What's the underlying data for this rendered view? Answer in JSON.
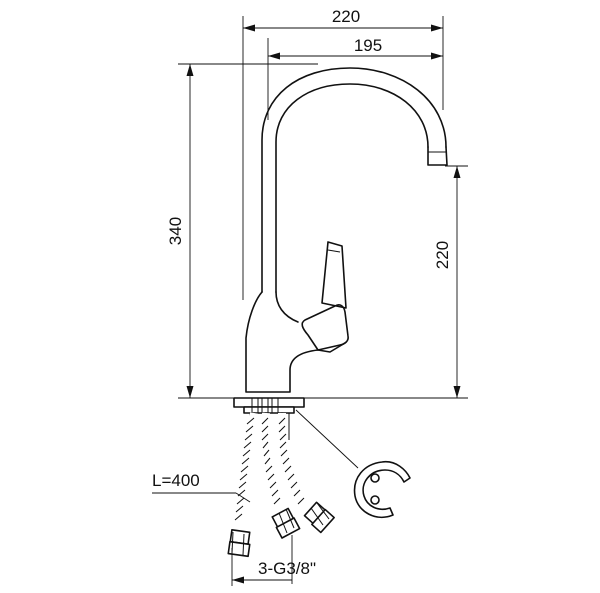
{
  "dimensions": {
    "overall_width": "220",
    "spout_reach": "195",
    "overall_height": "340",
    "spout_height": "220"
  },
  "hose": {
    "length_label": "L=400",
    "thread_label": "3-G3/8\""
  }
}
